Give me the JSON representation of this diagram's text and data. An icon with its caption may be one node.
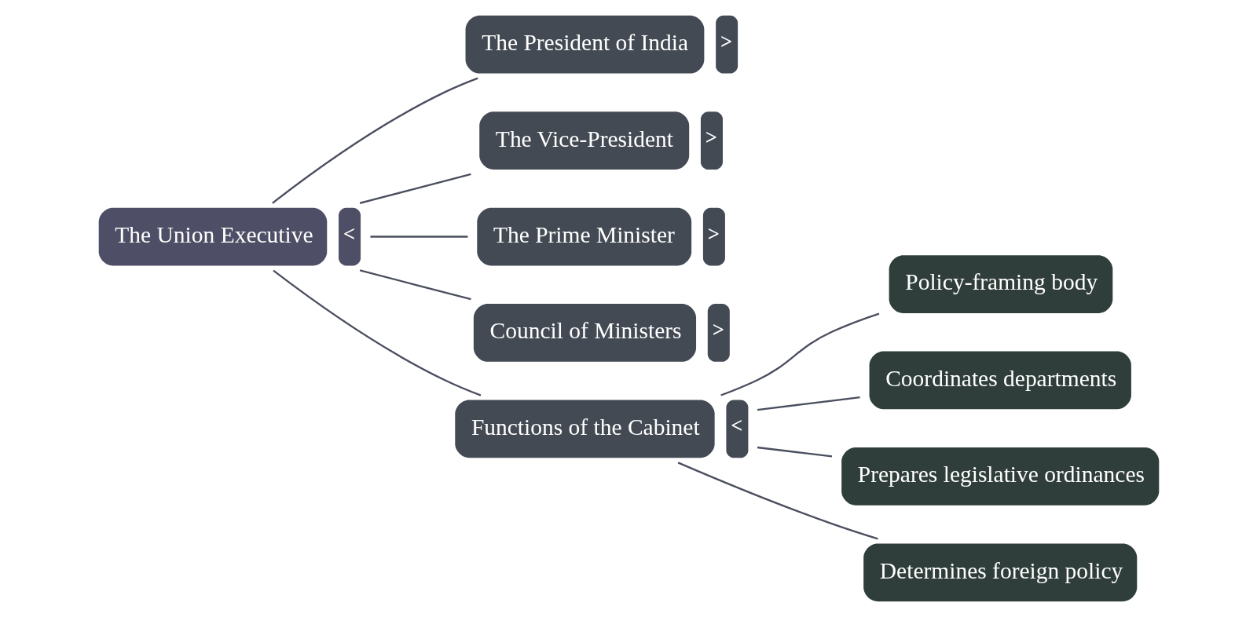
{
  "diagram": {
    "nodes": [
      {
        "text": [
          "The Union Executive"
        ],
        "beside": [
          "<"
        ]
      },
      {
        "text": [
          "The President of India"
        ],
        "beside": [
          ">"
        ]
      },
      {
        "text": [
          "The Vice-President"
        ],
        "beside": [
          ">"
        ]
      },
      {
        "text": [
          "The Prime Minister"
        ],
        "beside": [
          ">"
        ]
      },
      {
        "text": [
          "Council of Ministers"
        ],
        "beside": [
          ">"
        ]
      },
      {
        "text": [
          "Functions of the Cabinet"
        ],
        "beside": [
          "<"
        ]
      },
      {
        "text": [
          "Policy-framing body"
        ]
      },
      {
        "text": [
          "Coordinates departments"
        ]
      },
      {
        "text": [
          "Prepares legislative ordinances"
        ]
      },
      {
        "text": [
          "Determines foreign policy"
        ]
      }
    ],
    "edges": [
      {
        "from": 0,
        "to": 1,
        "arrow": "none"
      },
      {
        "from": 0,
        "to": 2,
        "arrow": "none"
      },
      {
        "from": 0,
        "to": 3,
        "arrow": "none"
      },
      {
        "from": 0,
        "to": 4,
        "arrow": "none"
      },
      {
        "from": 0,
        "to": 5,
        "arrow": "none"
      },
      {
        "from": 5,
        "to": 6,
        "arrow": "none"
      },
      {
        "from": 5,
        "to": 7,
        "arrow": "none"
      },
      {
        "from": 5,
        "to": 8,
        "arrow": "none"
      },
      {
        "from": 5,
        "to": 9,
        "arrow": "none"
      }
    ]
  }
}
